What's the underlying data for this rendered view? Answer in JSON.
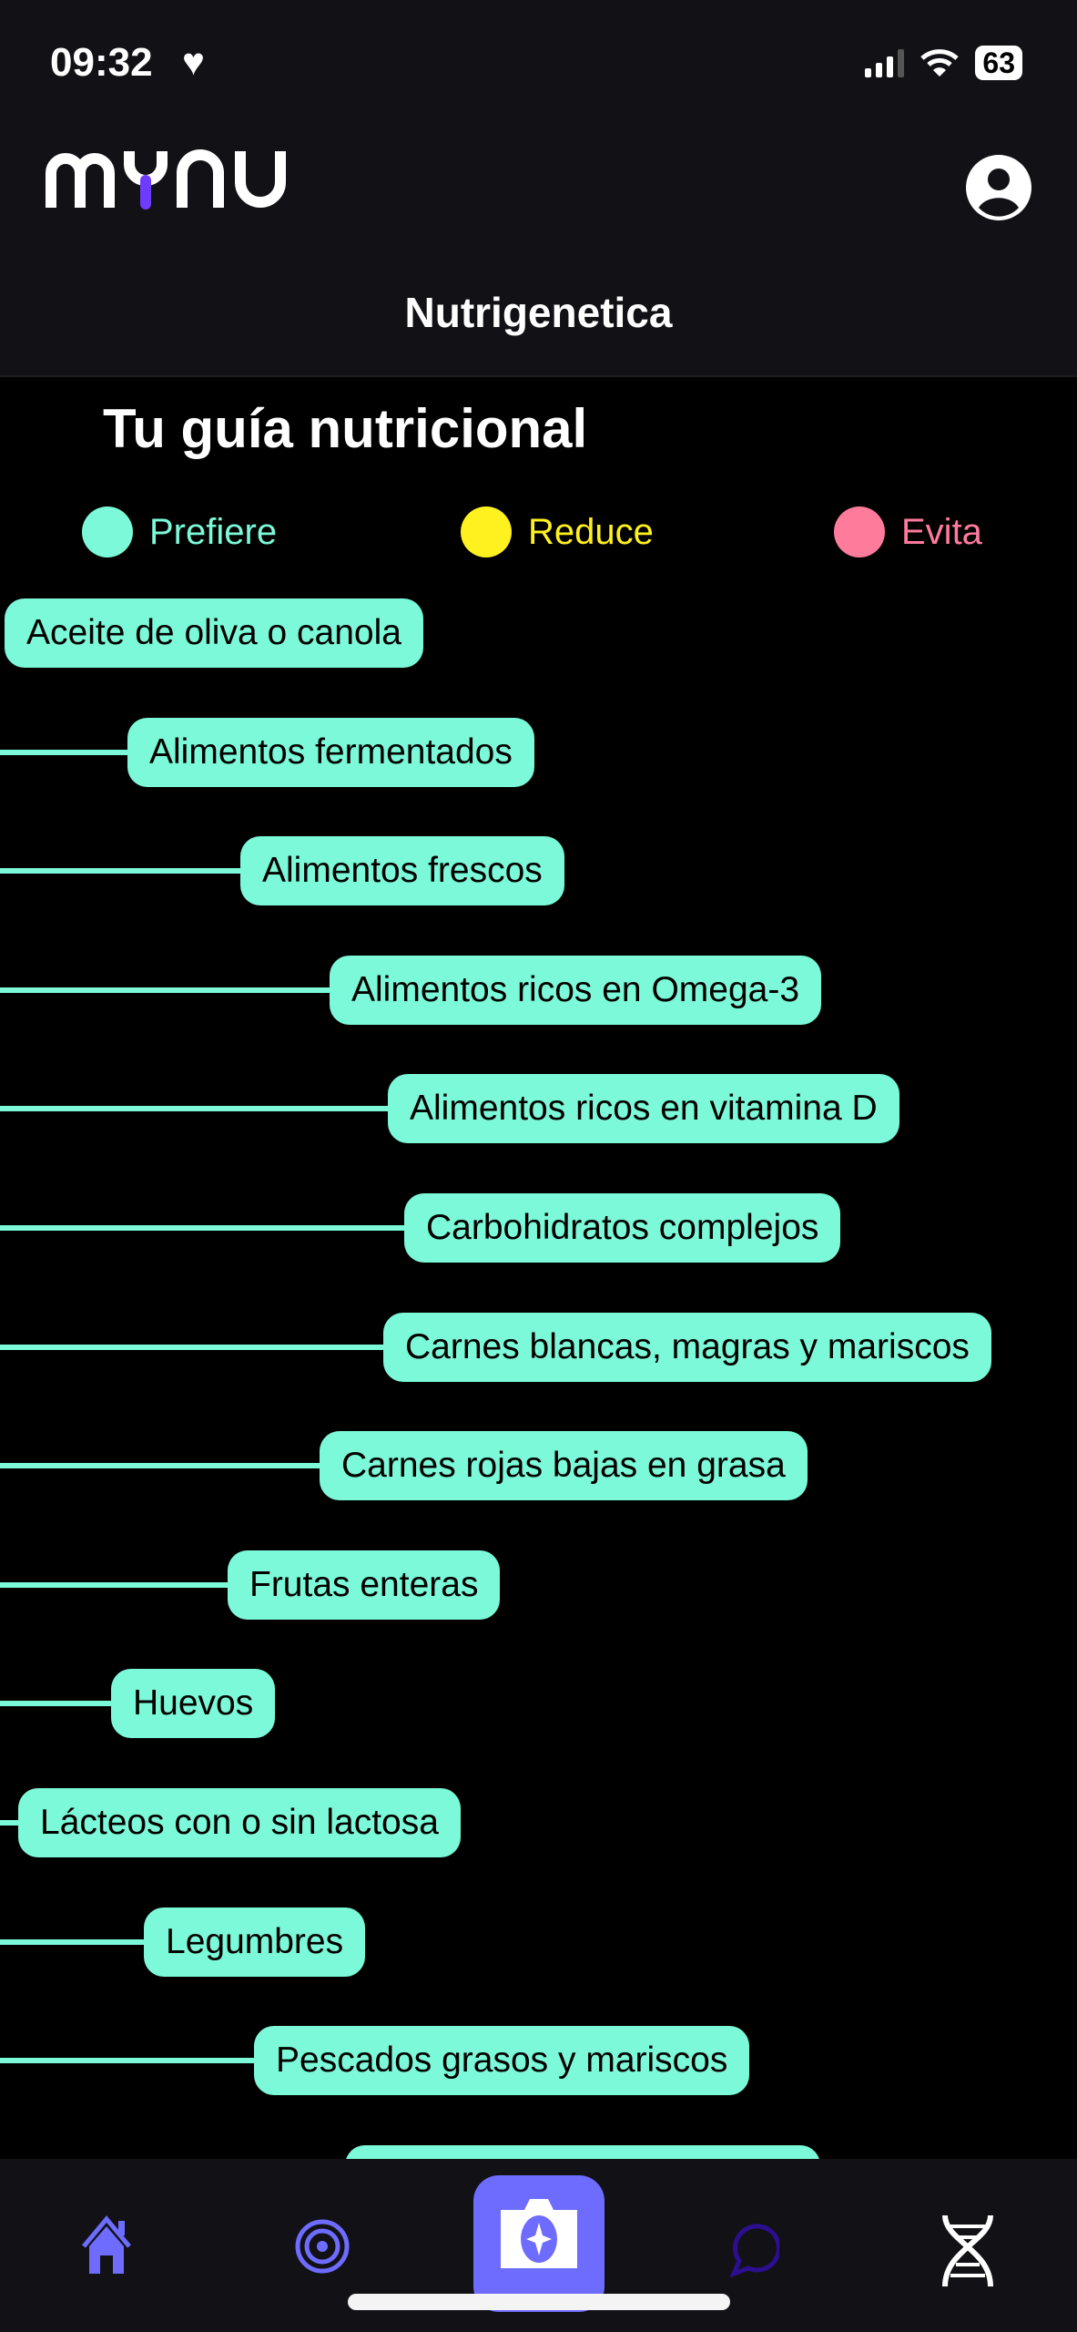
{
  "status_bar": {
    "time": "09:32",
    "battery": "63"
  },
  "header": {
    "logo_text": "mynu",
    "title": "Nutrigenetica"
  },
  "guide": {
    "title": "Tu guía nutricional",
    "legend": [
      {
        "label": "Prefiere",
        "color": "#7cf9d8"
      },
      {
        "label": "Reduce",
        "color": "#fff01f"
      },
      {
        "label": "Evita",
        "color": "#ff7b9c"
      }
    ],
    "items": [
      {
        "label": "Aceite de oliva o canola",
        "category": "Prefiere"
      },
      {
        "label": "Alimentos fermentados",
        "category": "Prefiere"
      },
      {
        "label": "Alimentos frescos",
        "category": "Prefiere"
      },
      {
        "label": "Alimentos ricos en Omega-3",
        "category": "Prefiere"
      },
      {
        "label": "Alimentos ricos en vitamina D",
        "category": "Prefiere"
      },
      {
        "label": "Carbohidratos complejos",
        "category": "Prefiere"
      },
      {
        "label": "Carnes blancas, magras y mariscos",
        "category": "Prefiere"
      },
      {
        "label": "Carnes rojas bajas en grasa",
        "category": "Prefiere"
      },
      {
        "label": "Frutas enteras",
        "category": "Prefiere"
      },
      {
        "label": "Huevos",
        "category": "Prefiere"
      },
      {
        "label": "Lácteos con o sin lactosa",
        "category": "Prefiere"
      },
      {
        "label": "Legumbres",
        "category": "Prefiere"
      },
      {
        "label": "Pescados grasos y mariscos",
        "category": "Prefiere"
      },
      {
        "label": "",
        "category": "Prefiere"
      }
    ]
  },
  "nav": {
    "items": [
      {
        "icon": "home-icon",
        "color": "#6e6cff"
      },
      {
        "icon": "target-icon",
        "color": "#6e6cff"
      },
      {
        "icon": "camera-sparkle-icon",
        "color": "#6e6cff"
      },
      {
        "icon": "chat-icon",
        "color": "#2a0f8f"
      },
      {
        "icon": "dna-icon",
        "color": "#ffffff"
      }
    ]
  }
}
